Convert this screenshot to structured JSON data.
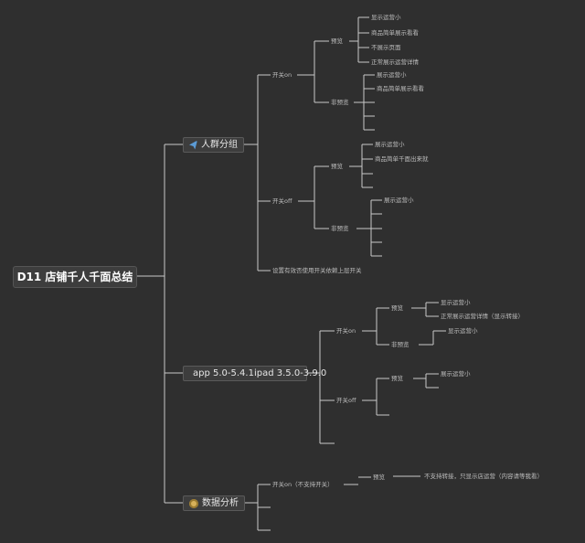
{
  "root": {
    "title": "D11 店铺千人千面总结"
  },
  "branches": {
    "crowd": {
      "label": "人群分组",
      "icon": "plane-icon"
    },
    "app": {
      "label": "app 5.0-5.4.1ipad  3.5.0-3.9.0",
      "icon": "app-icon"
    },
    "data": {
      "label": "数据分析",
      "icon": "chart-icon"
    }
  },
  "crowd": {
    "on": "开关on",
    "off": "开关off",
    "note": "设置有效否使用开关依赖上层开关",
    "on_preview": "预览",
    "on_nonpreview": "非预览",
    "on_preview_items": [
      "显示运营小",
      "商品简单展示看看",
      "不展示页面",
      "正常展示运营详情"
    ],
    "on_nonpreview_items": [
      "展示运营小",
      "商品简单展示看看"
    ],
    "off_preview": "预览",
    "off_nonpreview": "非预览",
    "off_preview_items": [
      "展示运营小",
      "商品简单千面出来就"
    ],
    "off_nonpreview_items": [
      "展示运营小"
    ]
  },
  "app": {
    "on": "开关on",
    "off": "开关off",
    "on_preview": "预览",
    "on_nonpreview": "非预览",
    "on_preview_items": [
      "显示运营小",
      "正常展示运营详情（显示转接）"
    ],
    "on_nonpreview_items": [
      "显示运营小"
    ],
    "off_preview": "预览",
    "off_preview_items": [
      "展示运营小"
    ]
  },
  "data": {
    "on": "开关on（不支持开关）",
    "preview": "预览",
    "preview_item": "不支持转接，只显示店运营（内容请等我看）"
  }
}
